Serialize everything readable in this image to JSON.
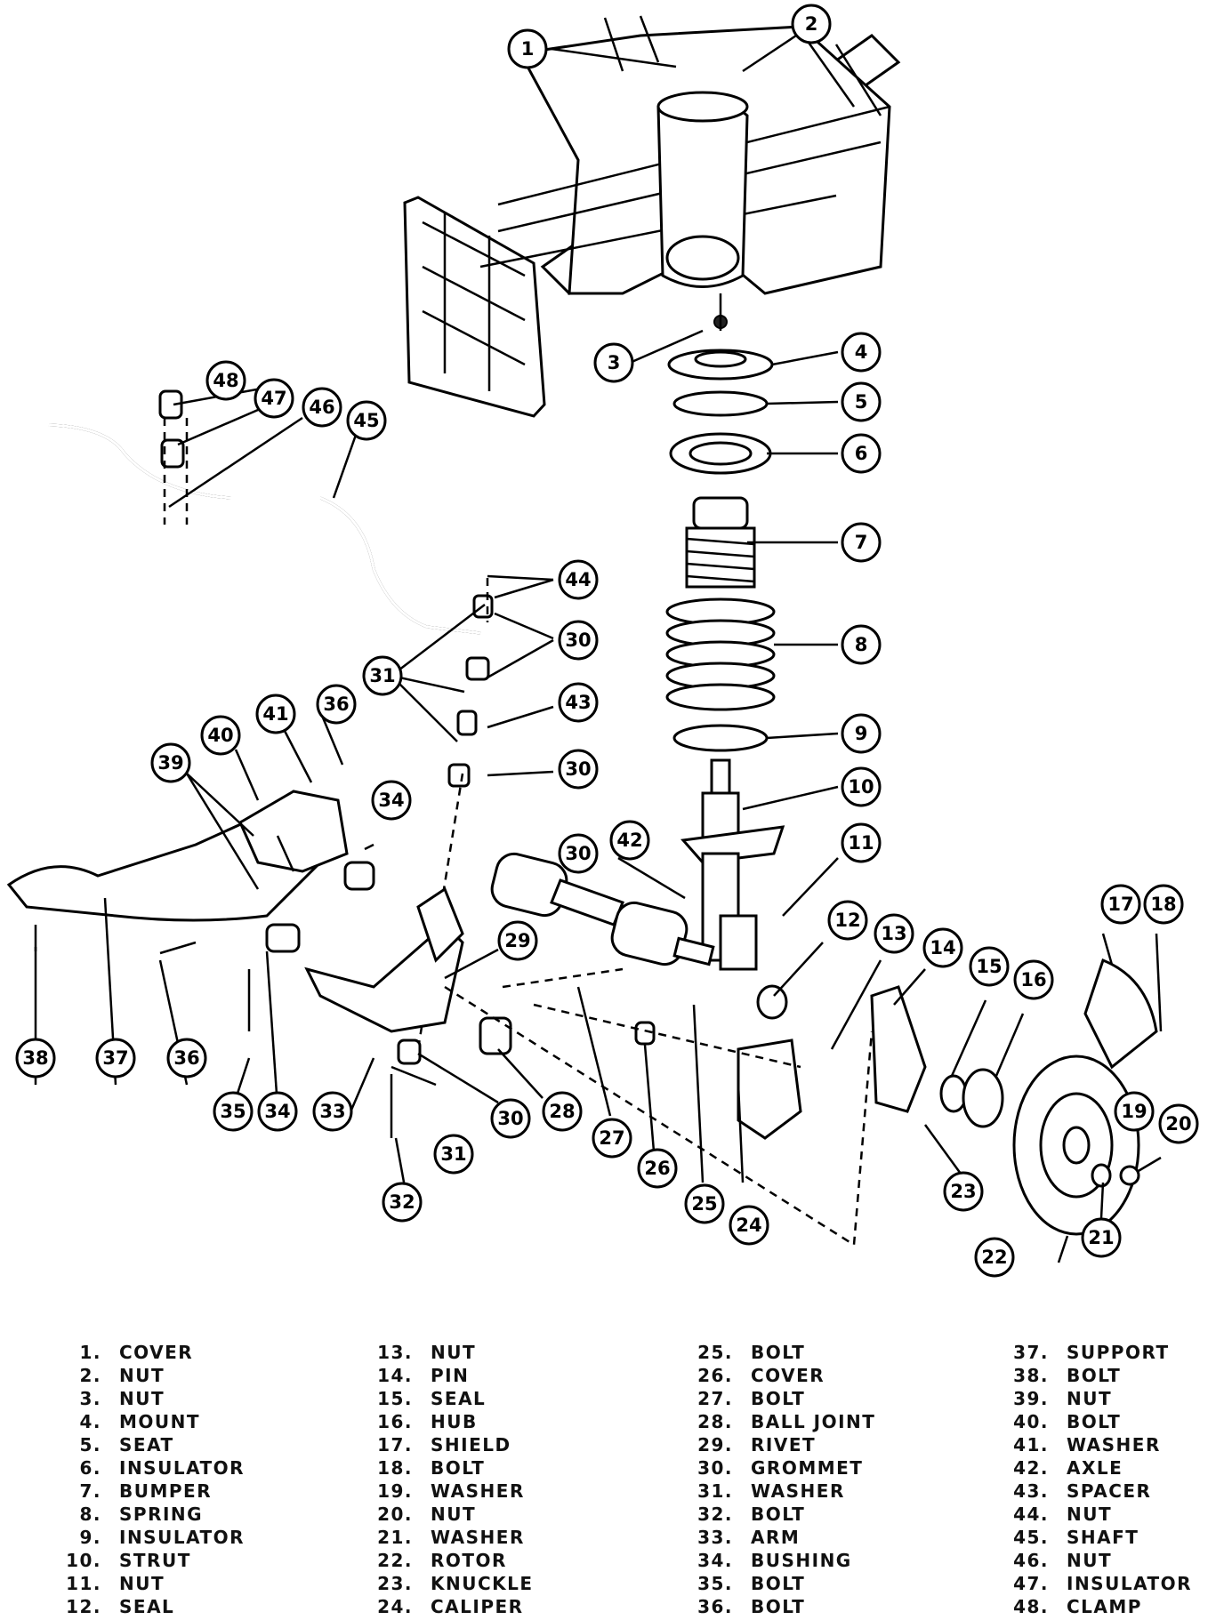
{
  "callouts": [
    "1",
    "2",
    "3",
    "4",
    "5",
    "6",
    "7",
    "8",
    "9",
    "10",
    "11",
    "12",
    "13",
    "14",
    "15",
    "16",
    "17",
    "18",
    "19",
    "20",
    "21",
    "22",
    "23",
    "24",
    "25",
    "26",
    "27",
    "28",
    "29",
    "30",
    "30",
    "30",
    "30",
    "31",
    "31",
    "32",
    "33",
    "34",
    "34",
    "35",
    "36",
    "36",
    "37",
    "38",
    "39",
    "40",
    "41",
    "42",
    "43",
    "44",
    "45",
    "46",
    "47",
    "48"
  ],
  "legend": {
    "columns": [
      [
        {
          "num": "1.",
          "label": "COVER"
        },
        {
          "num": "2.",
          "label": "NUT"
        },
        {
          "num": "3.",
          "label": "NUT"
        },
        {
          "num": "4.",
          "label": "MOUNT"
        },
        {
          "num": "5.",
          "label": "SEAT"
        },
        {
          "num": "6.",
          "label": "INSULATOR"
        },
        {
          "num": "7.",
          "label": "BUMPER"
        },
        {
          "num": "8.",
          "label": "SPRING"
        },
        {
          "num": "9.",
          "label": "INSULATOR"
        },
        {
          "num": "10.",
          "label": "STRUT"
        },
        {
          "num": "11.",
          "label": "NUT"
        },
        {
          "num": "12.",
          "label": "SEAL"
        }
      ],
      [
        {
          "num": "13.",
          "label": "NUT"
        },
        {
          "num": "14.",
          "label": "PIN"
        },
        {
          "num": "15.",
          "label": "SEAL"
        },
        {
          "num": "16.",
          "label": "HUB"
        },
        {
          "num": "17.",
          "label": "SHIELD"
        },
        {
          "num": "18.",
          "label": "BOLT"
        },
        {
          "num": "19.",
          "label": "WASHER"
        },
        {
          "num": "20.",
          "label": "NUT"
        },
        {
          "num": "21.",
          "label": "WASHER"
        },
        {
          "num": "22.",
          "label": "ROTOR"
        },
        {
          "num": "23.",
          "label": "KNUCKLE"
        },
        {
          "num": "24.",
          "label": "CALIPER"
        }
      ],
      [
        {
          "num": "25.",
          "label": "BOLT"
        },
        {
          "num": "26.",
          "label": "COVER"
        },
        {
          "num": "27.",
          "label": "BOLT"
        },
        {
          "num": "28.",
          "label": "BALL JOINT"
        },
        {
          "num": "29.",
          "label": "RIVET"
        },
        {
          "num": "30.",
          "label": "GROMMET"
        },
        {
          "num": "31.",
          "label": "WASHER"
        },
        {
          "num": "32.",
          "label": "BOLT"
        },
        {
          "num": "33.",
          "label": "ARM"
        },
        {
          "num": "34.",
          "label": "BUSHING"
        },
        {
          "num": "35.",
          "label": "BOLT"
        },
        {
          "num": "36.",
          "label": "BOLT"
        }
      ],
      [
        {
          "num": "37.",
          "label": "SUPPORT"
        },
        {
          "num": "38.",
          "label": "BOLT"
        },
        {
          "num": "39.",
          "label": "NUT"
        },
        {
          "num": "40.",
          "label": "BOLT"
        },
        {
          "num": "41.",
          "label": "WASHER"
        },
        {
          "num": "42.",
          "label": "AXLE"
        },
        {
          "num": "43.",
          "label": "SPACER"
        },
        {
          "num": "44.",
          "label": "NUT"
        },
        {
          "num": "45.",
          "label": "SHAFT"
        },
        {
          "num": "46.",
          "label": "NUT"
        },
        {
          "num": "47.",
          "label": "INSULATOR"
        },
        {
          "num": "48.",
          "label": "CLAMP"
        }
      ]
    ]
  }
}
